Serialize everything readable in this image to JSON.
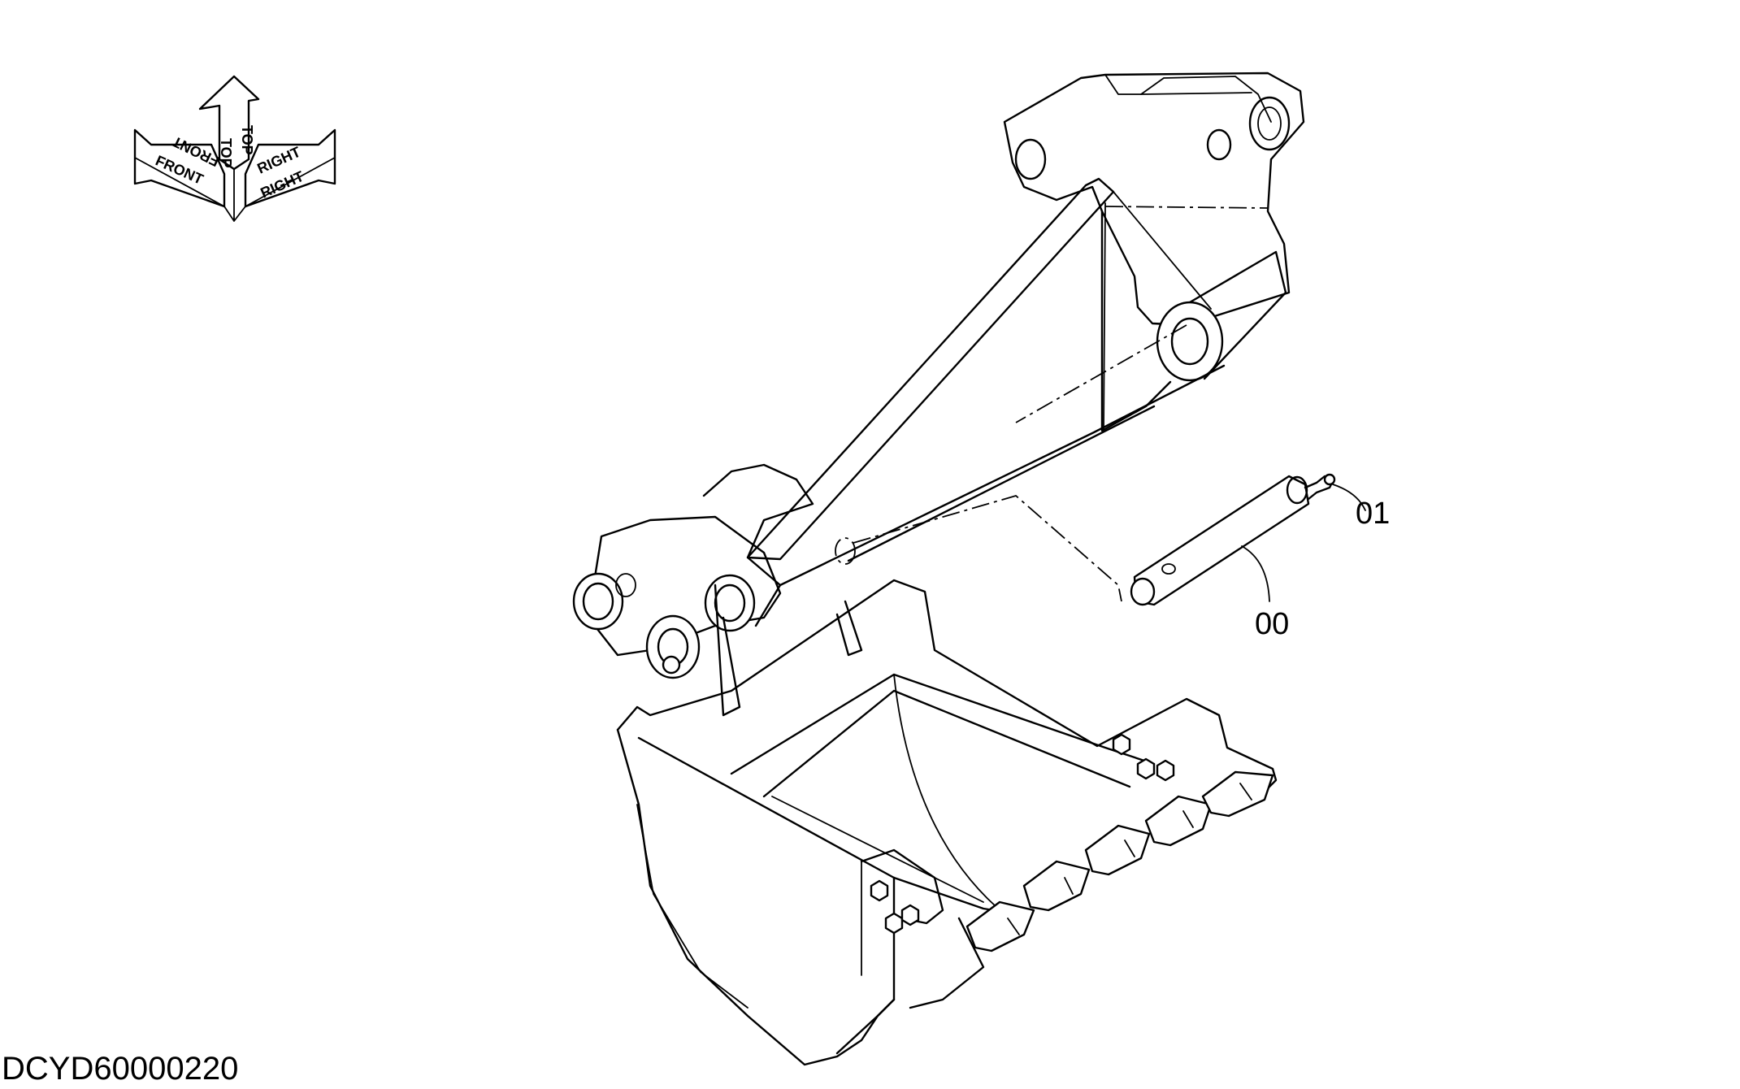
{
  "orientation_cube": {
    "front_label": "FRONT",
    "top_label": "TOP",
    "right_label": "RIGHT"
  },
  "callouts": [
    {
      "id": "callout-00",
      "text": "00"
    },
    {
      "id": "callout-01",
      "text": "01"
    }
  ],
  "drawing_id": "DCYD60000220",
  "colors": {
    "line": "#000000",
    "background": "#ffffff"
  }
}
